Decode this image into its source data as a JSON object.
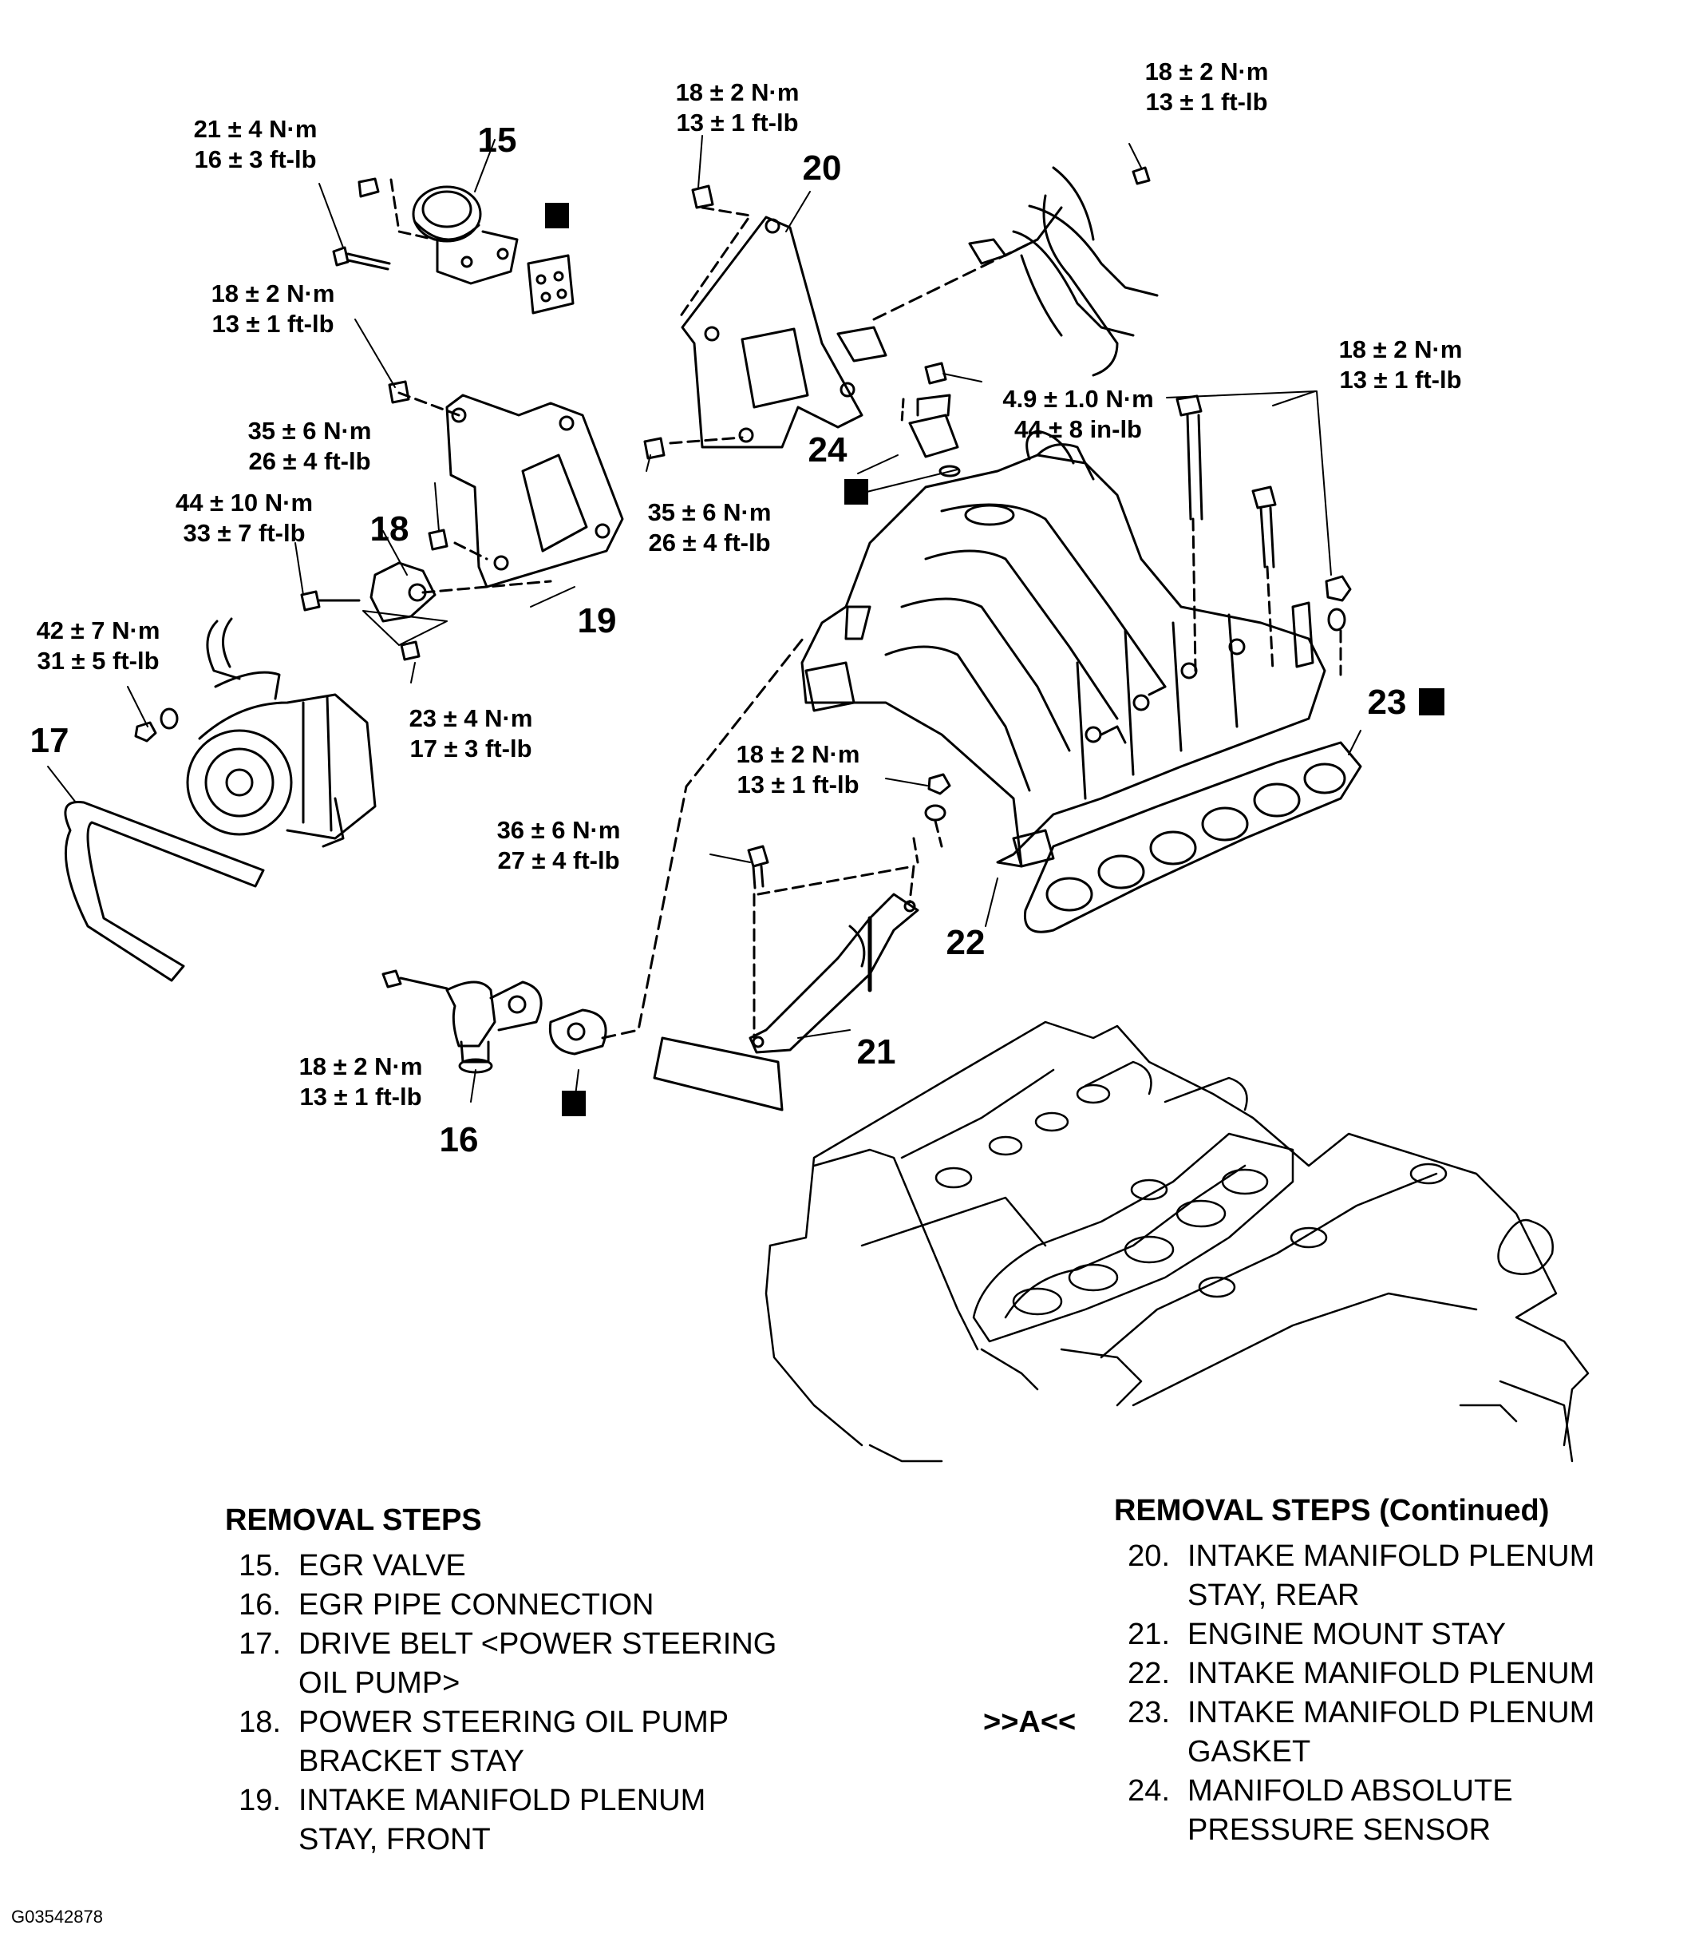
{
  "callouts": {
    "c15": "15",
    "c16": "16",
    "c17": "17",
    "c18": "18",
    "c19": "19",
    "c20": "20",
    "c21": "21",
    "c22": "22",
    "c23": "23",
    "c24": "24"
  },
  "torque_specs": {
    "egr_valve": [
      "21 ± 4 N·m",
      "16 ± 3 ft-lb"
    ],
    "stay_front_upper": [
      "18 ± 2 N·m",
      "13 ± 1 ft-lb"
    ],
    "bracket_stay_a": [
      "35 ± 6 N·m",
      "26 ± 4 ft-lb"
    ],
    "bracket_stay_b": [
      "44 ± 10 N·m",
      "33 ± 7 ft-lb"
    ],
    "pump_nut": [
      "42 ± 7 N·m",
      "31 ± 5 ft-lb"
    ],
    "bracket_bolt": [
      "23 ± 4 N·m",
      "17 ± 3 ft-lb"
    ],
    "stay_rear_upper": [
      "18 ± 2 N·m",
      "13 ± 1 ft-lb"
    ],
    "stay_rear_lower": [
      "35 ± 6 N·m",
      "26 ± 4 ft-lb"
    ],
    "harness_bolt": [
      "18 ± 2 N·m",
      "13 ± 1 ft-lb"
    ],
    "map_sensor": [
      "4.9 ± 1.0 N·m",
      "44 ± 8 in-lb"
    ],
    "plenum_bolts": [
      "18 ± 2 N·m",
      "13 ± 1 ft-lb"
    ],
    "plenum_nuts": [
      "18 ± 2 N·m",
      "13 ± 1 ft-lb"
    ],
    "mount_stay": [
      "36 ± 6 N·m",
      "27 ± 4 ft-lb"
    ],
    "egr_pipe": [
      "18 ± 2 N·m",
      "13 ± 1 ft-lb"
    ]
  },
  "new_part_mark": "N",
  "removal_steps": {
    "heading": "REMOVAL STEPS",
    "items": [
      {
        "num": "15.",
        "lines": [
          "EGR VALVE"
        ]
      },
      {
        "num": "16.",
        "lines": [
          "EGR PIPE CONNECTION"
        ]
      },
      {
        "num": "17.",
        "lines": [
          "DRIVE BELT <POWER STEERING",
          "OIL PUMP>"
        ]
      },
      {
        "num": "18.",
        "lines": [
          "POWER STEERING OIL PUMP",
          "BRACKET STAY"
        ]
      },
      {
        "num": "19.",
        "lines": [
          "INTAKE MANIFOLD PLENUM",
          "STAY, FRONT"
        ]
      }
    ]
  },
  "removal_steps_continued": {
    "heading": "REMOVAL STEPS (Continued)",
    "items": [
      {
        "num": "20.",
        "lines": [
          "INTAKE MANIFOLD PLENUM",
          "STAY, REAR"
        ]
      },
      {
        "num": "21.",
        "lines": [
          "ENGINE MOUNT STAY"
        ]
      },
      {
        "num": "22.",
        "lines": [
          "INTAKE MANIFOLD PLENUM"
        ]
      },
      {
        "num": "23.",
        "lines": [
          "INTAKE MANIFOLD PLENUM",
          "GASKET"
        ]
      },
      {
        "num": "24.",
        "lines": [
          "MANIFOLD ABSOLUTE",
          "PRESSURE SENSOR"
        ]
      }
    ]
  },
  "service_marker": ">>A<<",
  "figure_id": "G03542878"
}
